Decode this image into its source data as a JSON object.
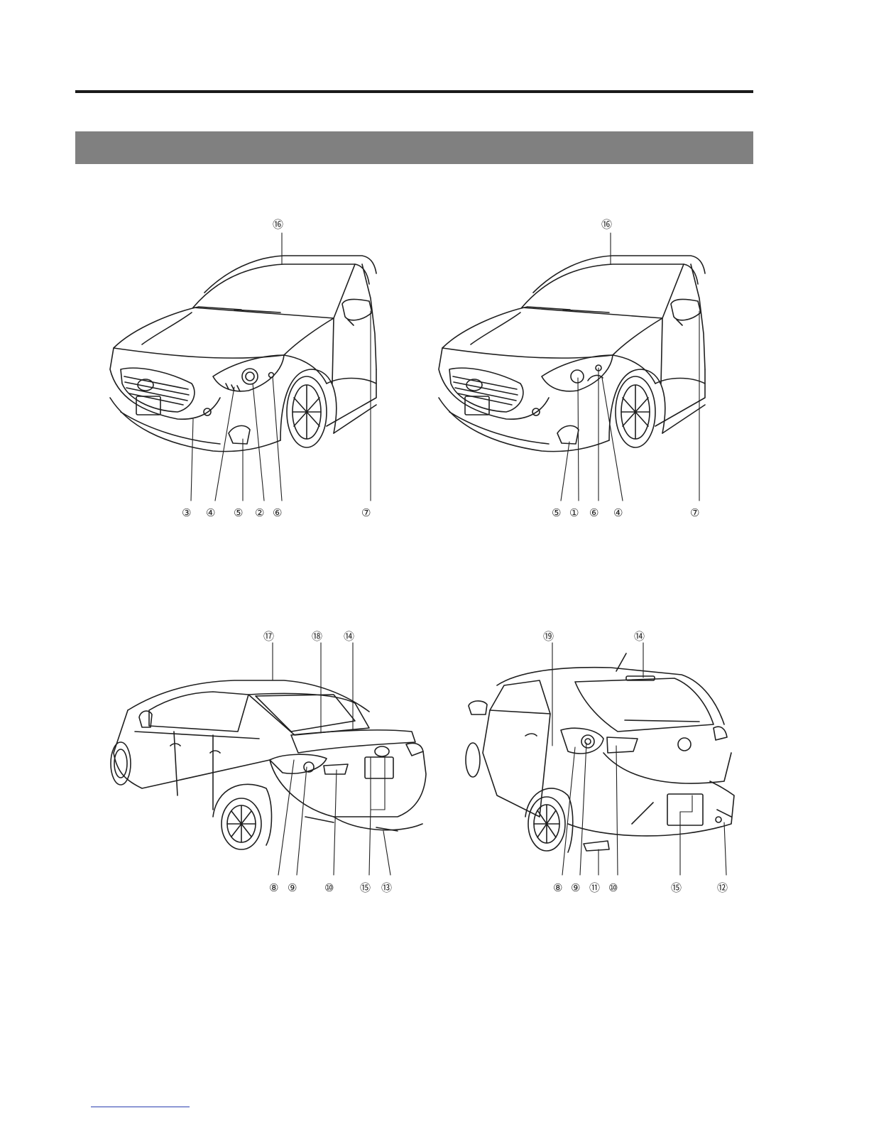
{
  "figures": [
    {
      "view": "front-sedan",
      "callouts": [
        "⑯",
        "③",
        "④",
        "⑤",
        "②",
        "⑥",
        "⑦"
      ]
    },
    {
      "view": "front-hatchback",
      "callouts": [
        "⑯",
        "⑤",
        "①",
        "⑥",
        "④",
        "⑦"
      ]
    },
    {
      "view": "rear-sedan",
      "callouts": [
        "⑰",
        "⑱",
        "⑭",
        "⑧",
        "⑨",
        "⑩",
        "⑮",
        "⑬"
      ]
    },
    {
      "view": "rear-hatchback",
      "callouts": [
        "⑲",
        "⑭",
        "⑧",
        "⑨",
        "⑪",
        "⑩",
        "⑮",
        "⑫"
      ]
    }
  ]
}
